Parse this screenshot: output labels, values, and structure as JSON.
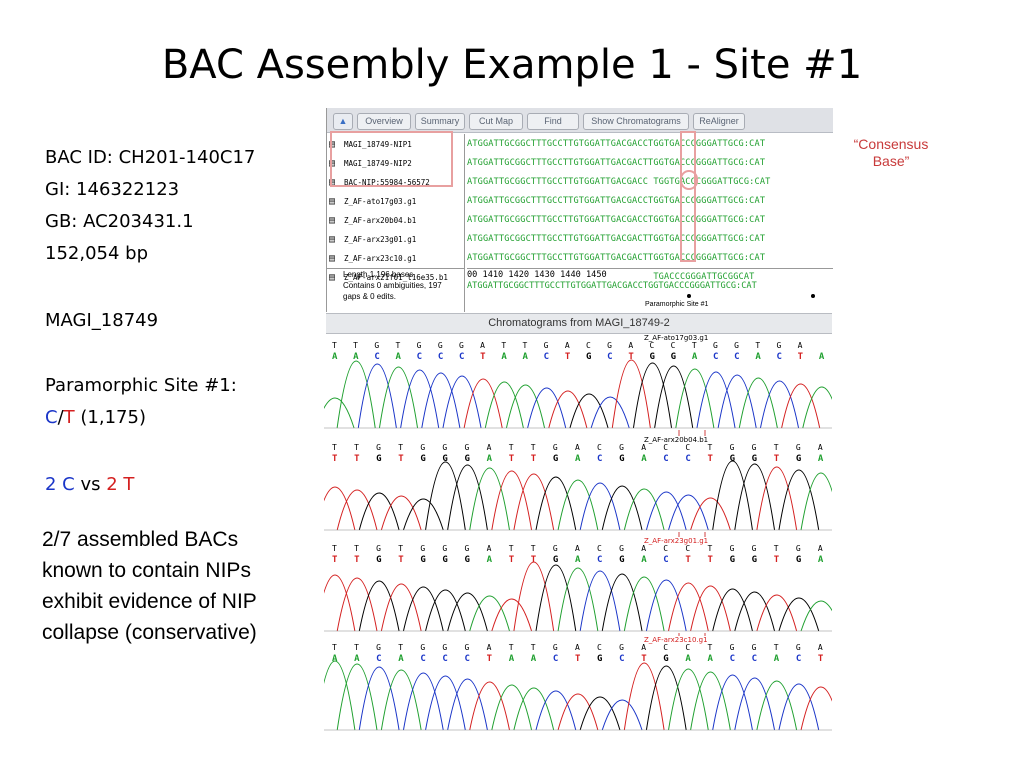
{
  "slide": {
    "title": "BAC Assembly Example 1 - Site #1",
    "bac_id": "BAC ID: CH201-140C17",
    "gi": "GI: 146322123",
    "gb": "GB: AC203431.1",
    "length": "152,054 bp",
    "magi": "MAGI_18749",
    "site_label": "Paramorphic Site #1:",
    "site_c": "C",
    "site_sep": "/",
    "site_t": "T",
    "site_pos": "(1,175)",
    "count_c": "2 C",
    "vs": "vs",
    "count_t": "2 T",
    "note": "2/7 assembled BACs known to contain NIPs exhibit evidence of NIP collapse (conservative)",
    "consensus_line1": "“Consensus",
    "consensus_line2": "Base”",
    "colors": {
      "blue": "#1a35c8",
      "red": "#d42020",
      "highlight": "#e8a0a0",
      "seq": "#22a030"
    }
  },
  "viewer": {
    "toolbar": [
      "Overview",
      "Summary",
      "Cut Map",
      "Find",
      "Show Chromatograms",
      "ReAligner"
    ],
    "nav_icon": "up-arrow-icon",
    "reads": [
      {
        "name": "MAGI_18749-NIP1",
        "seq": "ATGGATTGCGGCTTTGCCTTGTGGATTGACGACCTGGTGACCCGGGATTGCG:CAT"
      },
      {
        "name": "MAGI_18749-NIP2",
        "seq": "ATGGATTGCGGCTTTGCCTTGTGGATTGACGACTTGGTGACCCGGGATTGCG:CAT"
      },
      {
        "name": "BAC-NIP:55984-56572",
        "seq": "ATGGATTGCGGCTTTGCCTTGTGGATTGACGACC TGGTGACCCGGGATTGCG:CAT"
      },
      {
        "name": "Z_AF-ato17g03.g1",
        "seq": "ATGGATTGCGGCTTTGCCTTGTGGATTGACGACCTGGTGACCCGGGATTGCG:CAT"
      },
      {
        "name": "Z_AF-arx20b04.b1",
        "seq": "ATGGATTGCGGCTTTGCCTTGTGGATTGACGACCTGGTGACCCGGGATTGCG:CAT"
      },
      {
        "name": "Z_AF-arx23g01.g1",
        "seq": "ATGGATTGCGGCTTTGCCTTGTGGATTGACGACTTGGTGACCCGGGATTGCG:CAT"
      },
      {
        "name": "Z_AF-arx23c10.g1",
        "seq": "ATGGATTGCGGCTTTGCCTTGTGGATTGACGACTTGGTGACCCGGGATTGCG:CAT"
      },
      {
        "name": "Z_AF-arx21f01_t16e35.b1",
        "seq": "                                   TGACCCGGGATTGCGGCAT"
      }
    ],
    "info_line1": "Length 1,196 bases.",
    "info_line2": "Contains 0 ambiguities, 197",
    "info_line3": "gaps & 0 edits.",
    "ruler": "00      1410      1420      1430      1440      1450",
    "consensus_seq": "ATGGATTGCGGCTTTGCCTTGTGGATTGACGACCTGGTGACCCGGGATTGCG:CAT",
    "site_marker": "Paramorphic Site #1"
  },
  "chromatograms": {
    "header": "Chromatograms from MAGI_18749-2",
    "traces": [
      {
        "name": "Z_AF-ato17g03.g1",
        "marked": false,
        "top": "T T G T G G G A T T G A C G A C C T G G T G A",
        "calls": "A A C A C C C T A A C T G C T G G A C C A C T A"
      },
      {
        "name": "Z_AF-arx20b04.b1",
        "marked": false,
        "top": "T T G T G G G A T T G A C G A C C T G G T G A",
        "calls": "T T G T G G G A T T G A C G A C C T G G T G A"
      },
      {
        "name": "Z_AF-arx23g01.g1",
        "marked": true,
        "top": "T T G T G G G A T T G A C G A C C T G G T G A",
        "calls": "T T G T G G G A T T G A C G A C T T G G T G A"
      },
      {
        "name": "Z_AF-arx23c10.g1",
        "marked": true,
        "top": "T T G T G G G A T T G A C G A C C T G G T G A",
        "calls": "A A C A C C C T A A C T G C T G A A C C A C T"
      }
    ]
  }
}
